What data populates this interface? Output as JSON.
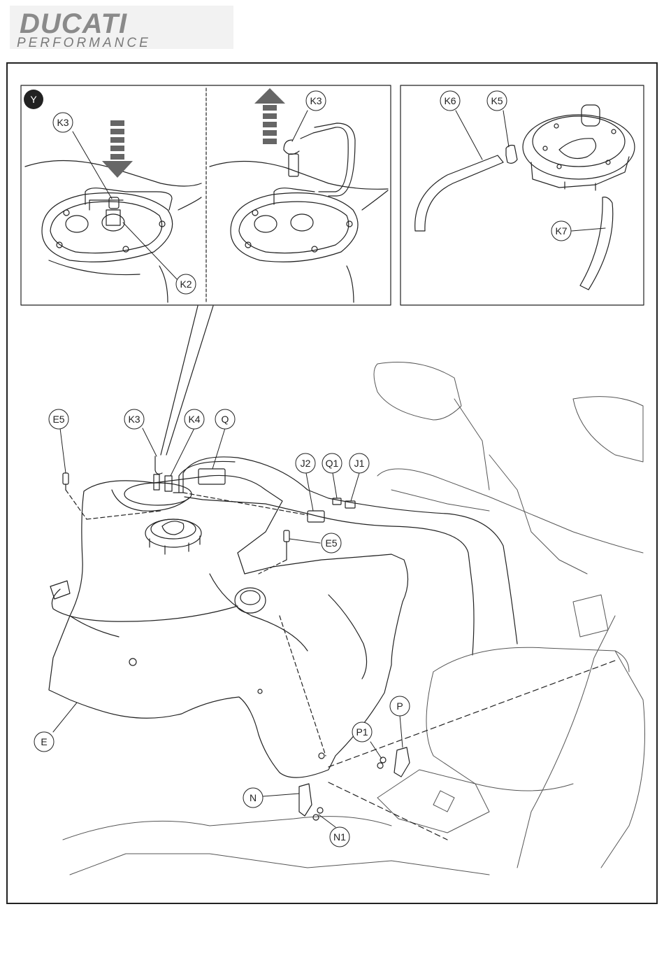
{
  "logo": {
    "brand": "DUCATI",
    "sub": "PERFORMANCE"
  },
  "detail_marker": "Y",
  "callouts": {
    "k3_a": "K3",
    "k2": "K2",
    "k3_b": "K3",
    "k6": "K6",
    "k5": "K5",
    "k7": "K7",
    "e5_a": "E5",
    "k3_c": "K3",
    "k4": "K4",
    "q": "Q",
    "j2": "J2",
    "q1": "Q1",
    "j1": "J1",
    "e5_b": "E5",
    "p": "P",
    "p1": "P1",
    "e": "E",
    "n": "N",
    "n1": "N1"
  }
}
